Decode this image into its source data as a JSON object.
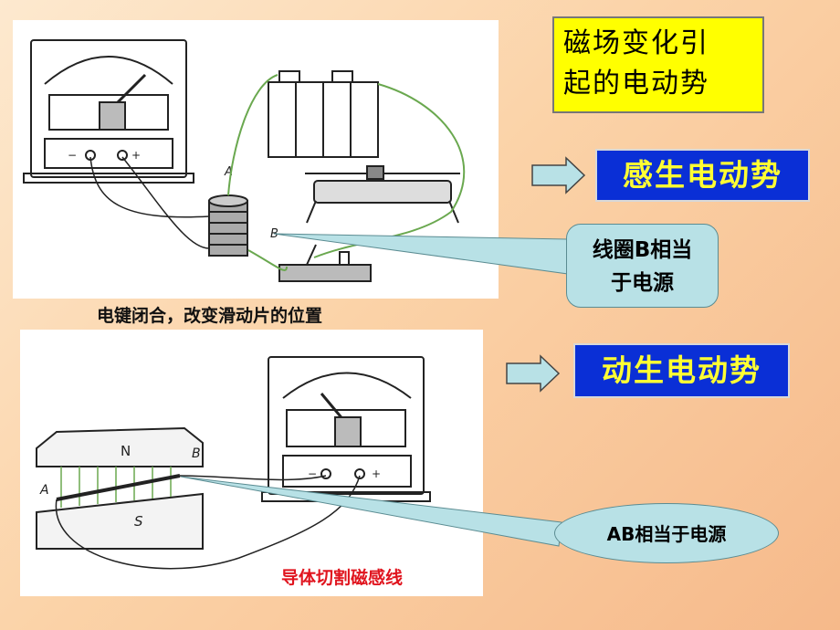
{
  "title": "磁场变化引起的电动势",
  "title_lines": [
    "磁场变化引",
    "起的电动势"
  ],
  "label_induced": "感生电动势",
  "label_motional": "动生电动势",
  "callout_top_lines": [
    "线圈B相当",
    "于电源"
  ],
  "callout_bottom": "AB相当于电源",
  "caption_top": "电键闭合，改变滑动片的位置",
  "caption_bottom": "导体切割磁感线",
  "diagram_top_labels": {
    "a": "A",
    "b": "B"
  },
  "diagram_bottom_labels": {
    "n": "N",
    "s": "S",
    "a": "A",
    "b": "B"
  },
  "meter_terminal_labels": {
    "minus": "−",
    "plus": "+"
  },
  "colors": {
    "title_bg": "#ffff00",
    "blue_box_bg": "#0a2fd6",
    "blue_box_text": "#ffff33",
    "callout_bg": "#b8e1e6",
    "arrow_fill": "#b8e1e6",
    "caption_bottom": "#e0141e",
    "wire_green": "#6aa84f"
  }
}
